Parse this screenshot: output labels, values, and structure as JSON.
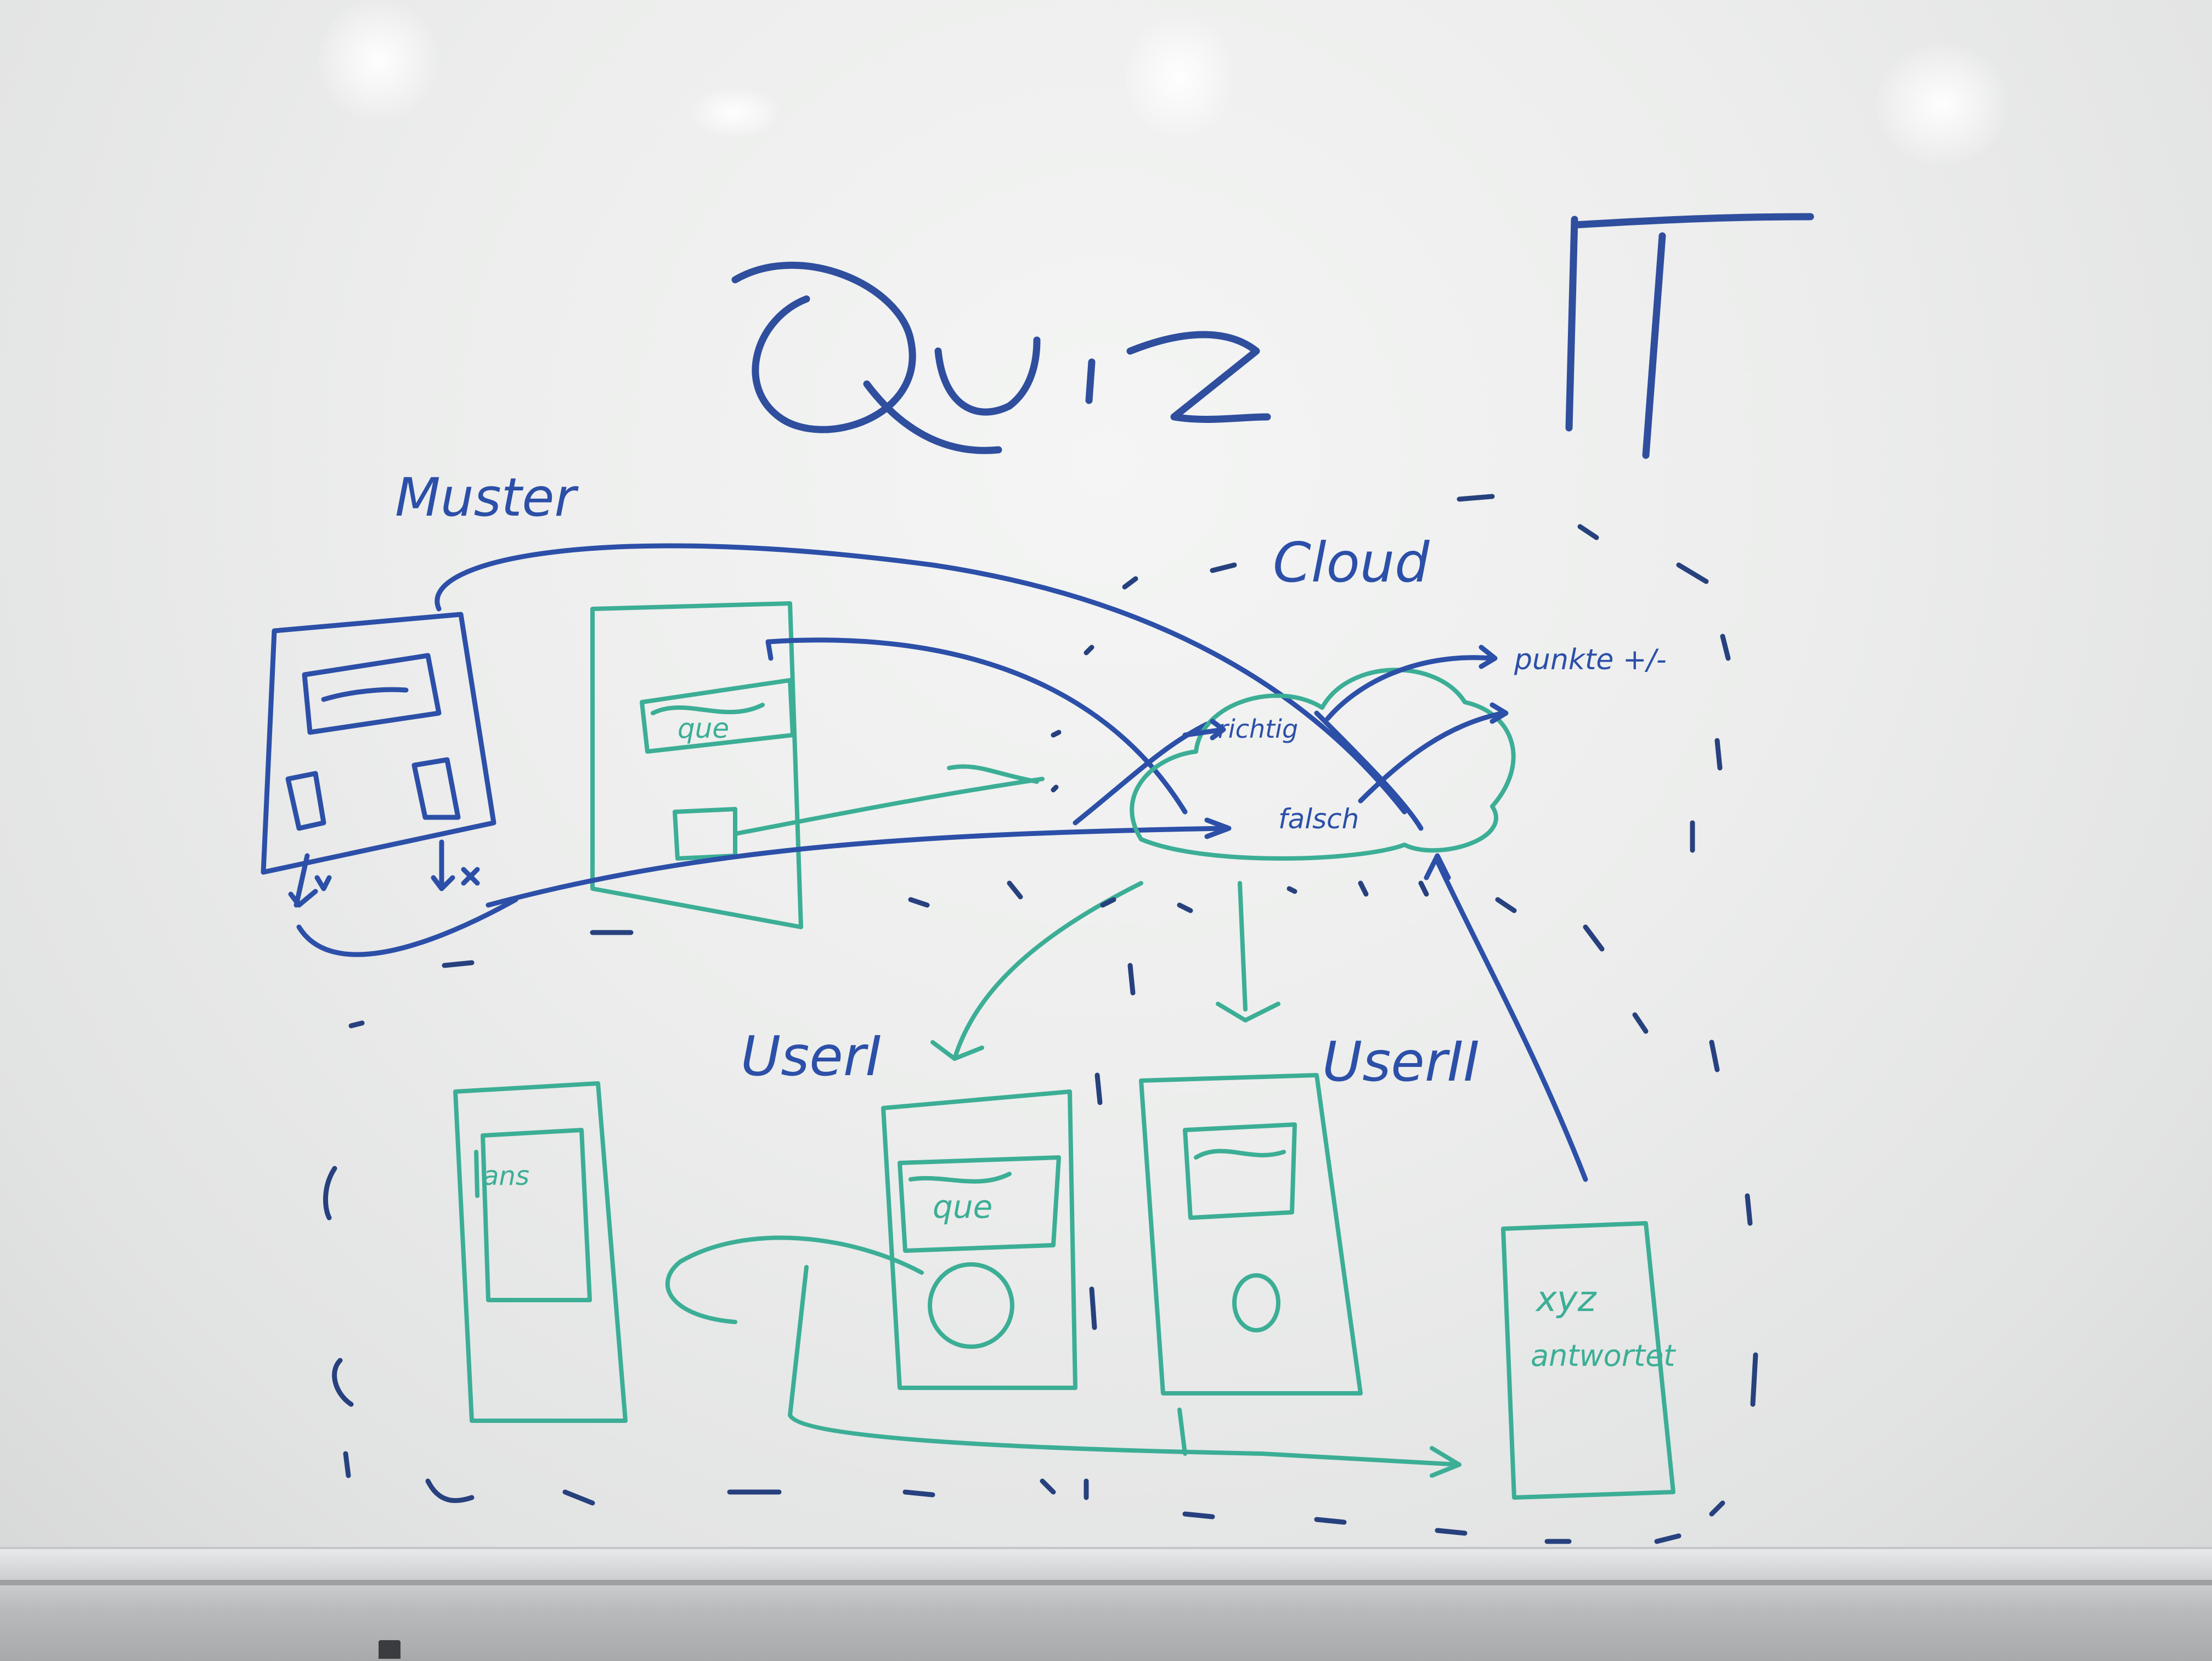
{
  "whiteboard": {
    "title": "Quiz IT",
    "labels": {
      "muster": "Muster",
      "cloud": "Cloud",
      "richtig": "richtig",
      "falsch": "falsch",
      "punkte": "punkte +/-",
      "user1": "UserI",
      "user2": "UserII",
      "que_top": "que",
      "que_user1": "que",
      "ans": "ans",
      "xyz": "xyz",
      "antwortet": "antwortet"
    },
    "ink_colors": {
      "blue": "#2c4fa8",
      "teal": "#3cae96",
      "dashes": "#27417e"
    }
  }
}
